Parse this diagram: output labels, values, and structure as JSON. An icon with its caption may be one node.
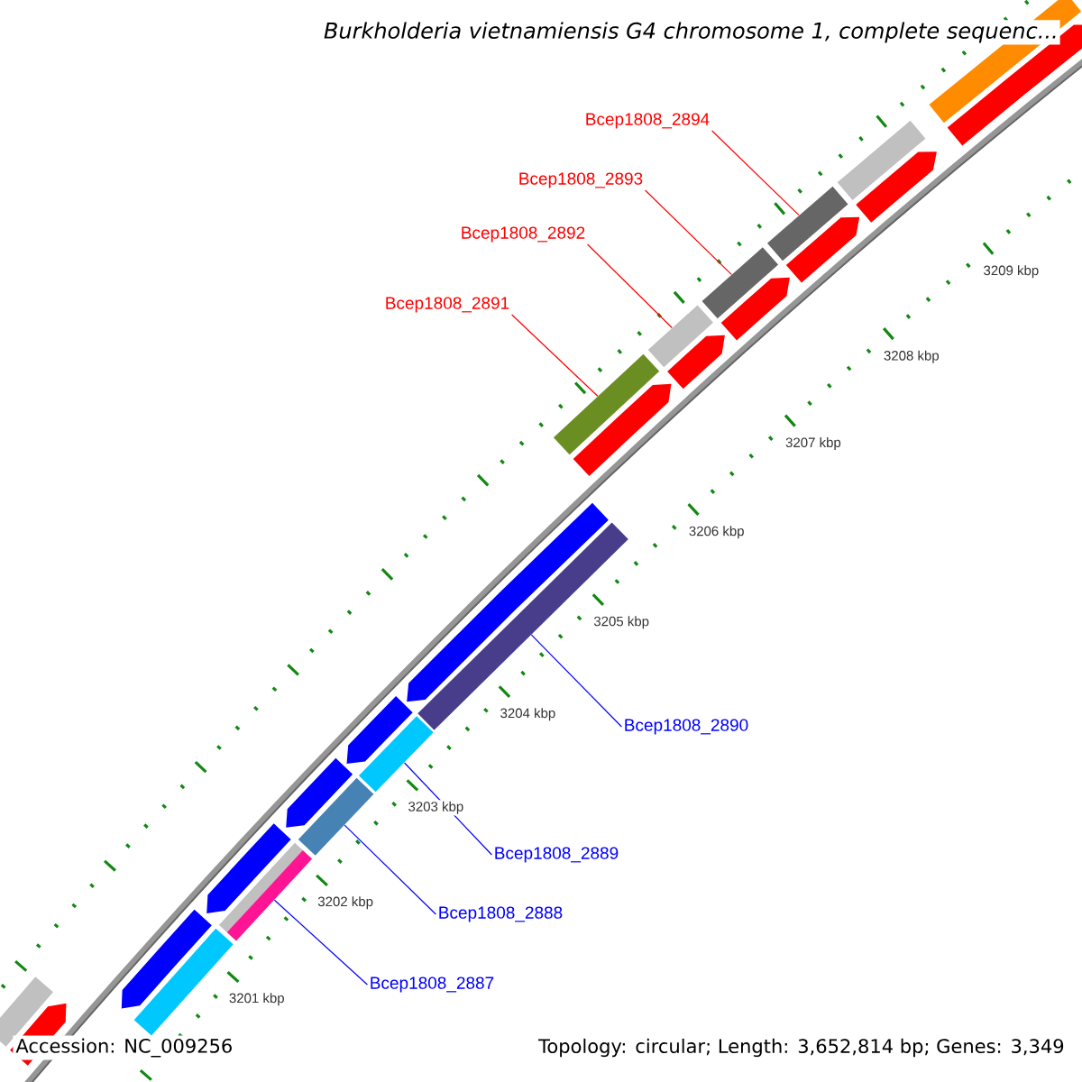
{
  "diagram": {
    "title": "Burkholderia vietnamiensis G4 chromosome 1, complete sequenc...",
    "nodes": [
      {
        "text": [
          "Bcep1808_2894"
        ]
      },
      {
        "text": [
          "Bcep1808_2893"
        ]
      },
      {
        "text": [
          "Bcep1808_2892"
        ]
      },
      {
        "text": [
          "Bcep1808_2891"
        ]
      },
      {
        "text": [
          "Bcep1808_2890"
        ]
      },
      {
        "text": [
          "Bcep1808_2889"
        ]
      },
      {
        "text": [
          "Bcep1808_2888"
        ]
      },
      {
        "text": [
          "Bcep1808_2887"
        ]
      },
      {
        "text": [],
        "shape": "bar"
      },
      {
        "text": [],
        "shape": "bar"
      },
      {
        "text": [],
        "shape": "bar"
      },
      {
        "text": [],
        "shape": "bar"
      },
      {
        "text": [],
        "shape": "bar"
      },
      {
        "text": [],
        "shape": "bar"
      },
      {
        "text": [],
        "shape": "bar"
      },
      {
        "text": [],
        "shape": "bar"
      },
      {
        "text": [],
        "shape": "bar"
      },
      {
        "text": [],
        "shape": "bar"
      },
      {
        "text": [],
        "shape": "bar"
      },
      {
        "text": [],
        "shape": "bar"
      },
      {
        "text": [],
        "shape": "bar"
      }
    ],
    "edges": [
      {
        "from": 0,
        "to": 10,
        "arrow": "none",
        "color": "#ff0000"
      },
      {
        "from": 1,
        "to": 11,
        "arrow": "none",
        "color": "#ff0000"
      },
      {
        "from": 2,
        "to": 12,
        "arrow": "none",
        "color": "#ff0000"
      },
      {
        "from": 3,
        "to": 13,
        "arrow": "none",
        "color": "#ff0000"
      },
      {
        "from": 4,
        "to": 14,
        "arrow": "none",
        "color": "#0000ff"
      },
      {
        "from": 5,
        "to": 15,
        "arrow": "none",
        "color": "#0000ff"
      },
      {
        "from": 6,
        "to": 16,
        "arrow": "none",
        "color": "#0000ff"
      },
      {
        "from": 7,
        "to": 18,
        "arrow": "none",
        "color": "#0000ff"
      }
    ],
    "labels": [
      "3209 kbp",
      "3208 kbp",
      "3207 kbp",
      "3206 kbp",
      "3205 kbp",
      "3204 kbp",
      "3203 kbp",
      "3202 kbp",
      "3201 kbp",
      "Accession: NC_009256",
      "Topology: circular; Length: 3,652,814 bp; Genes: 3,349"
    ]
  }
}
